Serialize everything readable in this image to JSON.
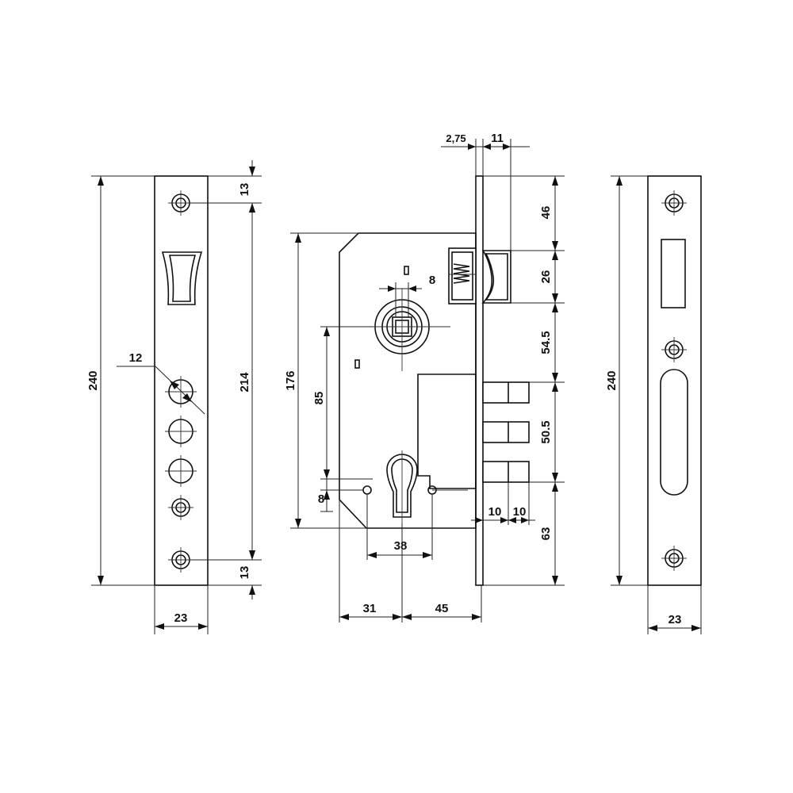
{
  "left_view": {
    "dims": {
      "width": "23",
      "height": "240",
      "hole_spacing": "214",
      "top_offset": "13",
      "bottom_offset": "13",
      "hole_diameter": "12"
    }
  },
  "front_view": {
    "dims": {
      "faceplate_thickness": "2,75",
      "latch_projection": "11",
      "top_to_latch": "46",
      "latch_height": "26",
      "latch_to_bolt": "54.5",
      "bolt_span": "50.5",
      "bolt_to_bottom": "63",
      "case_height": "176",
      "backset_spindle": "85",
      "spindle_size": "8",
      "cylinder_offset": "8",
      "cylinder_screw_spacing": "38",
      "backset_left": "31",
      "backset_right": "45",
      "bolt_depth_a": "10",
      "bolt_depth_b": "10"
    }
  },
  "right_view": {
    "dims": {
      "width": "23",
      "height": "240"
    }
  }
}
